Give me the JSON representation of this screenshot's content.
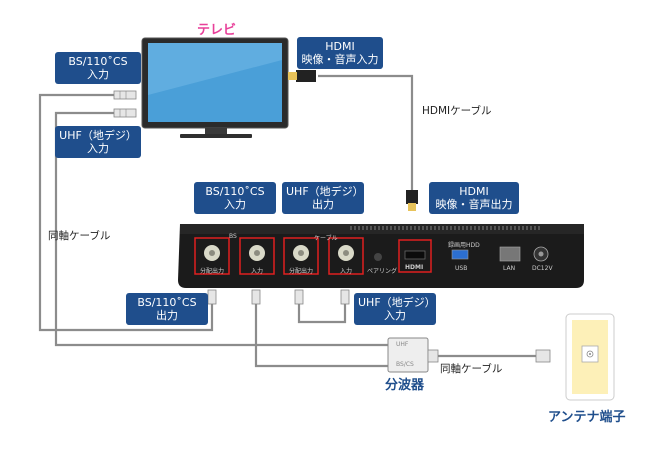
{
  "tv": {
    "title": "テレビ"
  },
  "labels": {
    "hdmi_in_tv": [
      "HDMI",
      "映像・音声入力"
    ],
    "bs_in_tv": [
      "BS/110˚CS",
      "入力"
    ],
    "uhf_in_tv": [
      "UHF（地デジ）",
      "入力"
    ],
    "hdmi_cable": "HDMIケーブル",
    "coax_cable_left": "同軸ケーブル",
    "bs_in_box": [
      "BS/110˚CS",
      "入力"
    ],
    "uhf_out_box": [
      "UHF（地デジ）",
      "出力"
    ],
    "hdmi_out_box": [
      "HDMI",
      "映像・音声出力"
    ],
    "bs_out_box": [
      "BS/110˚CS",
      "出力"
    ],
    "uhf_in_box": [
      "UHF（地デジ）",
      "入力"
    ],
    "coax_cable_right": "同軸ケーブル",
    "splitter": "分波器",
    "antenna": "アンテナ端子"
  },
  "box_ports": {
    "bs_group": "BS",
    "cable_group": "ケーブル",
    "bs_out": "分配出力",
    "bs_in": "入力",
    "uhf_out": "分配出力",
    "uhf_in": "入力",
    "pairing": "ペアリング",
    "hdmi": "HDMI",
    "usb_hdd": "録画用HDD",
    "usb": "USB",
    "lan": "LAN",
    "dc": "DC12V"
  },
  "splitter_marks": [
    "UHF",
    "BS/CS"
  ]
}
